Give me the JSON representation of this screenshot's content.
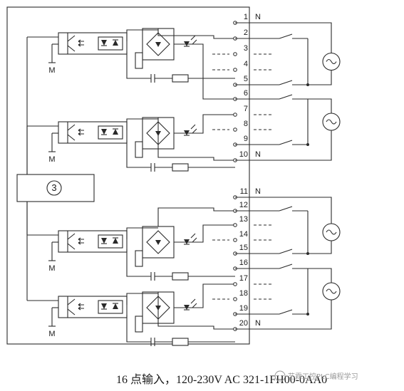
{
  "diagram": {
    "terminals": [
      {
        "num": "1",
        "tag": "N"
      },
      {
        "num": "2",
        "tag": ""
      },
      {
        "num": "3",
        "tag": ""
      },
      {
        "num": "4",
        "tag": ""
      },
      {
        "num": "5",
        "tag": ""
      },
      {
        "num": "6",
        "tag": ""
      },
      {
        "num": "7",
        "tag": ""
      },
      {
        "num": "8",
        "tag": ""
      },
      {
        "num": "9",
        "tag": ""
      },
      {
        "num": "10",
        "tag": "N"
      },
      {
        "num": "11",
        "tag": "N"
      },
      {
        "num": "12",
        "tag": ""
      },
      {
        "num": "13",
        "tag": ""
      },
      {
        "num": "14",
        "tag": ""
      },
      {
        "num": "15",
        "tag": ""
      },
      {
        "num": "16",
        "tag": ""
      },
      {
        "num": "17",
        "tag": ""
      },
      {
        "num": "18",
        "tag": ""
      },
      {
        "num": "19",
        "tag": ""
      },
      {
        "num": "20",
        "tag": "N"
      }
    ],
    "channels": [
      {
        "ground_label": "M"
      },
      {
        "ground_label": "M"
      },
      {
        "ground_label": "M"
      },
      {
        "ground_label": "M"
      }
    ],
    "block_label": "3",
    "caption": "16 点输入，120-230V AC 321-1FH00-0AA0",
    "watermark": "艺霖工控PLC编程学习"
  }
}
